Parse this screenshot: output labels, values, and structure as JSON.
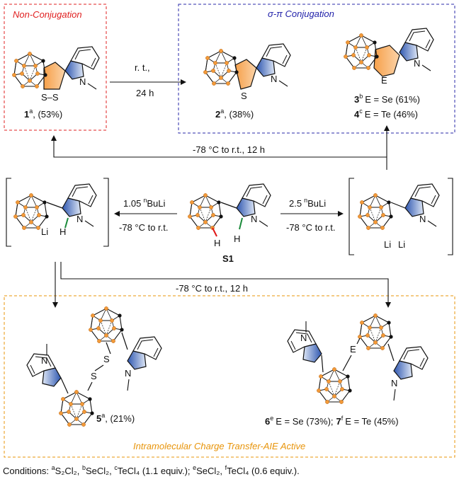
{
  "panels": {
    "non_conjugation": "Non-Conjugation",
    "conjugation": "σ-π Conjugation",
    "ict_aie": "Intramolecular Charge Transfer-AIE Active"
  },
  "compounds": {
    "c1_label": "1",
    "c1_sup": "a",
    "c1_yield": ", (53%)",
    "c2_label": "2",
    "c2_sup": "a",
    "c2_yield": ", (38%)",
    "c3_label": "3",
    "c3_sup": "b",
    "c3_text": "E = Se (61%)",
    "c4_label": "4",
    "c4_sup": "c",
    "c4_text": "E = Te (46%)",
    "s1_label": "S1",
    "c5_label": "5",
    "c5_sup": "a",
    "c5_yield": ", (21%)",
    "c6_label": "6",
    "c6_sup": "e",
    "c6_text": "E = Se  (73%);",
    "c7_label": "7",
    "c7_sup": "f",
    "c7_text": "E = Te  (45%)"
  },
  "atoms": {
    "ss": "S–S",
    "s": "S",
    "e": "E",
    "n": "N",
    "h": "H",
    "li": "Li",
    "s_single": "S"
  },
  "conditions": {
    "rt": "r. t.,",
    "time24": "24 h",
    "cond_top": "-78 °C to r.t., 12 h",
    "cond_bottom": "-78 °C to r.t., 12 h",
    "left_reagent_num": "1.05",
    "left_reagent_sup": "n",
    "left_reagent_name": "BuLi",
    "left_temp": "-78 °C to r.t.",
    "right_reagent_num": "2.5",
    "right_reagent_sup": "n",
    "right_reagent_name": "BuLi",
    "right_temp": "-78 °C to r.t."
  },
  "footnote": {
    "prefix": "Conditions: ",
    "a": "a",
    "a_text": "S₂Cl₂, ",
    "b": "b",
    "b_text": "SeCl₂, ",
    "c": "c",
    "c_text": "TeCl₄ (1.1 equiv.); ",
    "e": "e",
    "e_text": "SeCl₂, ",
    "f": "f",
    "f_text": "TeCl₄ (0.6 equiv.)."
  },
  "colors": {
    "red_box": "#e02020",
    "blue_box": "#2a2aa8",
    "orange_box": "#e8940a",
    "cage_orange": "#f29a3a",
    "indole_blue": "#4a6fb8",
    "h_red": "#e01818",
    "h_green": "#1a8a3a"
  }
}
